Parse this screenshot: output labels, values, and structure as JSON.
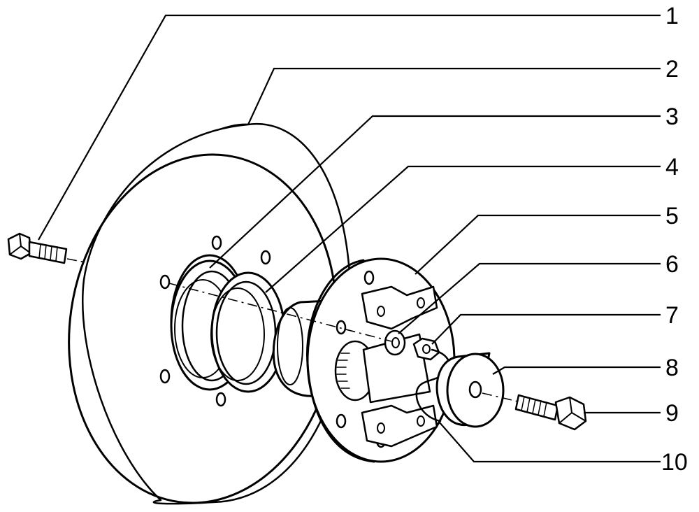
{
  "callouts": [
    {
      "label": "1",
      "part": "bolt"
    },
    {
      "label": "2",
      "part": "brake-disc"
    },
    {
      "label": "3",
      "part": "seal-ring"
    },
    {
      "label": "4",
      "part": "spacer-ring"
    },
    {
      "label": "5",
      "part": "hub"
    },
    {
      "label": "6",
      "part": "washer"
    },
    {
      "label": "7",
      "part": "nut"
    },
    {
      "label": "8",
      "part": "hub-cap"
    },
    {
      "label": "9",
      "part": "bolt"
    },
    {
      "label": "10",
      "part": "retaining-clip"
    }
  ]
}
